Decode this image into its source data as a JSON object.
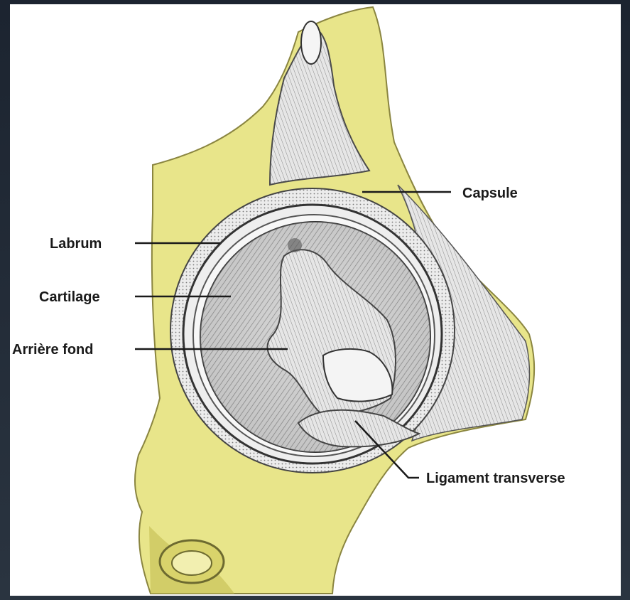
{
  "diagram": {
    "labels": {
      "capsule": "Capsule",
      "labrum": "Labrum",
      "cartilage": "Cartilage",
      "fossa": "Arrière fond",
      "transverse_ligament": "Ligament transverse"
    },
    "colors": {
      "bone": "#e8e58a",
      "bone_dark": "#c9c35a",
      "background": "#ffffff",
      "outer_frame": "#1c2430",
      "ink": "#1a1a1a"
    }
  }
}
